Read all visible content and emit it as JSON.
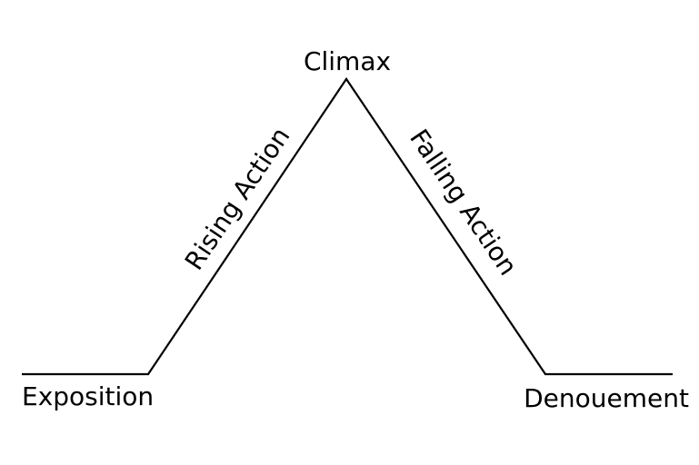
{
  "diagram": {
    "stages": {
      "exposition": "Exposition",
      "rising_action": "Rising Action",
      "climax": "Climax",
      "falling_action": "Falling Action",
      "denouement": "Denouement"
    },
    "line_color": "#000000",
    "background_color": "#ffffff"
  }
}
